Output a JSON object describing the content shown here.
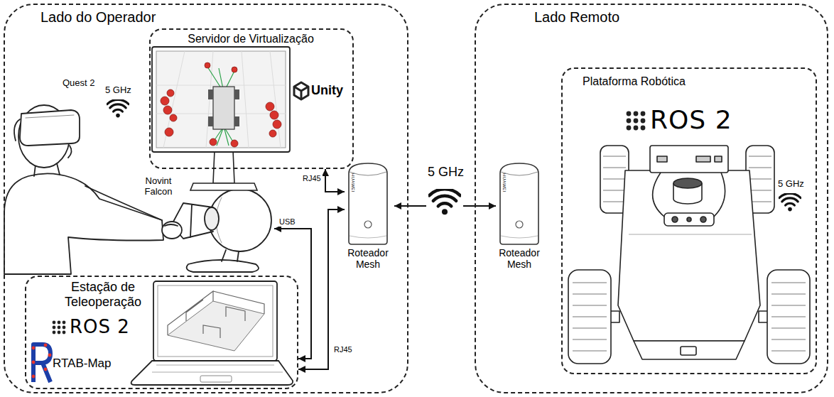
{
  "diagram": {
    "nodes": [
      {
        "text": [
          "Lado do Operador"
        ]
      },
      {
        "text": [
          "Servidor de Virtualização",
          "Unity"
        ],
        "in": 0
      },
      {
        "text": [
          "Novint Falcon"
        ],
        "in": 0
      },
      {
        "text": [
          "Estação de Teleoperação",
          "ROS 2",
          "RTAB-Map"
        ],
        "in": 0
      },
      {
        "text": [
          "Roteador Mesh"
        ],
        "in": 0
      },
      {
        "text": [
          "Lado Remoto"
        ]
      },
      {
        "text": [
          "Roteador Mesh"
        ],
        "in": 5
      },
      {
        "text": [
          "Plataforma Robótica",
          "ROS 2"
        ],
        "in": 5
      }
    ],
    "edges": [
      {
        "from": 1,
        "to": 4,
        "arrow": "both",
        "label": "RJ45"
      },
      {
        "from": 2,
        "to": 3,
        "arrow": "both",
        "label": "USB"
      },
      {
        "from": 3,
        "to": 4,
        "arrow": "both",
        "label": "RJ45"
      },
      {
        "from": 4,
        "to": 6,
        "arrow": "both",
        "label": "5 GHz"
      }
    ],
    "labels": [
      "Quest 2",
      "5 GHz",
      "5 GHz",
      "HUAWEI",
      "HUAWEI"
    ]
  }
}
